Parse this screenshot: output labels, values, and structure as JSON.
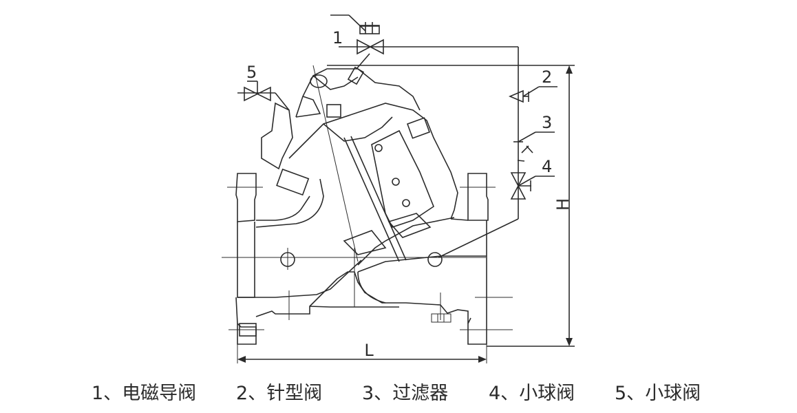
{
  "diagram": {
    "title": "Valve assembly diagram",
    "callouts": [
      "1",
      "2",
      "3",
      "4",
      "5"
    ],
    "dimensions": {
      "length_label": "L",
      "height_label": "H"
    }
  },
  "legend": {
    "items": [
      {
        "number": "1、",
        "name": "电磁导阀"
      },
      {
        "number": "2、",
        "name": "针型阀"
      },
      {
        "number": "3、",
        "name": "过滤器"
      },
      {
        "number": "4、",
        "name": "小球阀"
      },
      {
        "number": "5、",
        "name": "小球阀"
      }
    ]
  },
  "colors": {
    "line": "#2b2b2b",
    "background": "#ffffff"
  }
}
